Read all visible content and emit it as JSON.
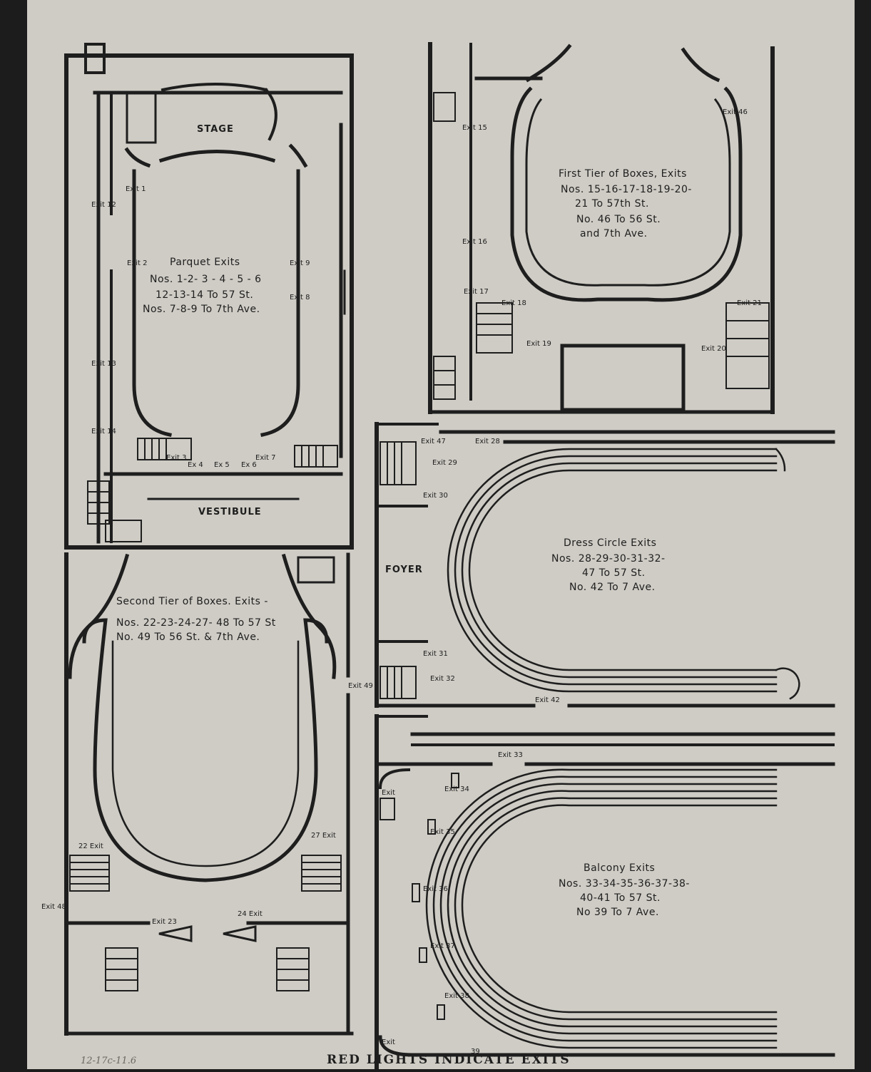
{
  "parquet": {
    "stage": "STAGE",
    "vestibule": "VESTIBULE",
    "title": "Parquet Exits",
    "line1": "Nos. 1-2- 3 - 4 - 5 - 6",
    "line2": "12-13-14 To 57 St.",
    "line3": "Nos. 7-8-9 To 7th Ave.",
    "exits": [
      "Exit 1",
      "Exit 2",
      "Exit 9",
      "Exit 8",
      "Exit 12",
      "Exit 13",
      "Exit 14",
      "Exit 3",
      "Ex 4",
      "Ex 5",
      "Ex 6",
      "Exit 7"
    ]
  },
  "first_tier": {
    "title": "First Tier of Boxes, Exits",
    "line1": "Nos. 15-16-17-18-19-20-",
    "line2": "21 To 57th St.",
    "line3": "No. 46 To 56 St.",
    "line4": "and 7th Ave.",
    "exits": [
      "Exit 15",
      "Exit 16",
      "Exit 17",
      "Exit 18",
      "Exit 19",
      "Exit 46",
      "Exit 21",
      "Exit 20"
    ]
  },
  "dress_circle": {
    "foyer": "FOYER",
    "title": "Dress Circle Exits",
    "line1": "Nos. 28-29-30-31-32-",
    "line2": "47 To 57 St.",
    "line3": "No. 42 To 7 Ave.",
    "exits": [
      "Exit 47",
      "Exit 28",
      "Exit 29",
      "Exit 30",
      "Exit 31",
      "Exit 32",
      "Exit 42"
    ]
  },
  "second_tier": {
    "title": "Second Tier of Boxes. Exits -",
    "line1": "Nos. 22-23-24-27- 48 To 57 St",
    "line2": "No. 49 To 56 St. & 7th Ave.",
    "exits": [
      "Exit 49",
      "22 Exit",
      "27 Exit",
      "Exit 48",
      "Exit 23",
      "24 Exit"
    ]
  },
  "balcony": {
    "title": "Balcony Exits",
    "line1": "Nos. 33-34-35-36-37-38-",
    "line2": "40-41 To 57 St.",
    "line3": "No 39 To 7 Ave.",
    "exits": [
      "Exit 33",
      "Exit",
      "Exit 34",
      "Exit 35",
      "Exit 36",
      "Exit 37",
      "Exit 38",
      "Exit",
      "39"
    ]
  },
  "footer": "RED LIGHTS INDICATE EXITS",
  "handwritten_note": "12-17c-11.6"
}
